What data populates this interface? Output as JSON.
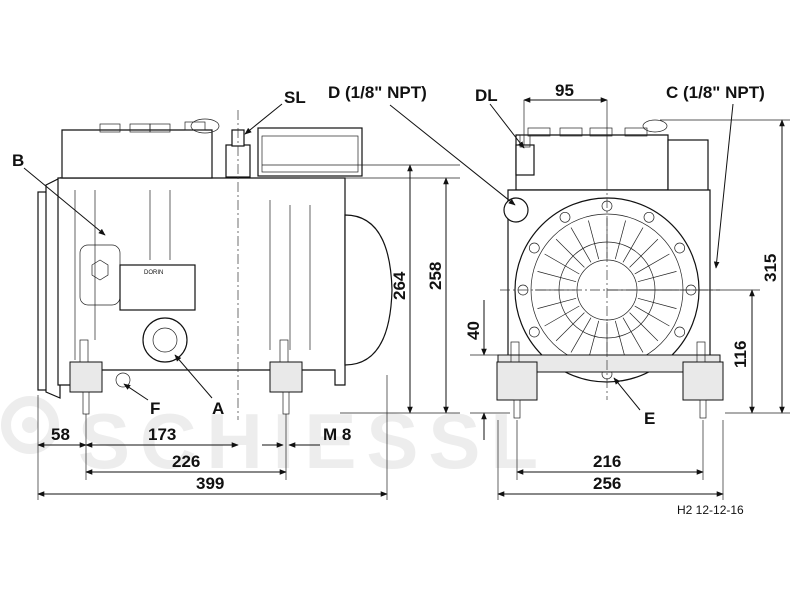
{
  "watermark": "SCHIESSL",
  "drawing_code": "H2 12-12-16",
  "labels": {
    "sl": "SL",
    "b": "B",
    "f": "F",
    "a": "A",
    "d": "D (1/8\" NPT)",
    "dl": "DL",
    "c": "C (1/8\" NPT)",
    "e": "E",
    "logo": "DORIN"
  },
  "dimensions": {
    "d58": "58",
    "d173": "173",
    "m8": "M 8",
    "d226": "226",
    "d399": "399",
    "d264": "264",
    "d258": "258",
    "d40": "40",
    "d95": "95",
    "d315": "315",
    "d116": "116",
    "d216": "216",
    "d256": "256"
  },
  "colors": {
    "line": "#111111",
    "shade": "#e9e9e9",
    "watermark": "#ededed"
  }
}
